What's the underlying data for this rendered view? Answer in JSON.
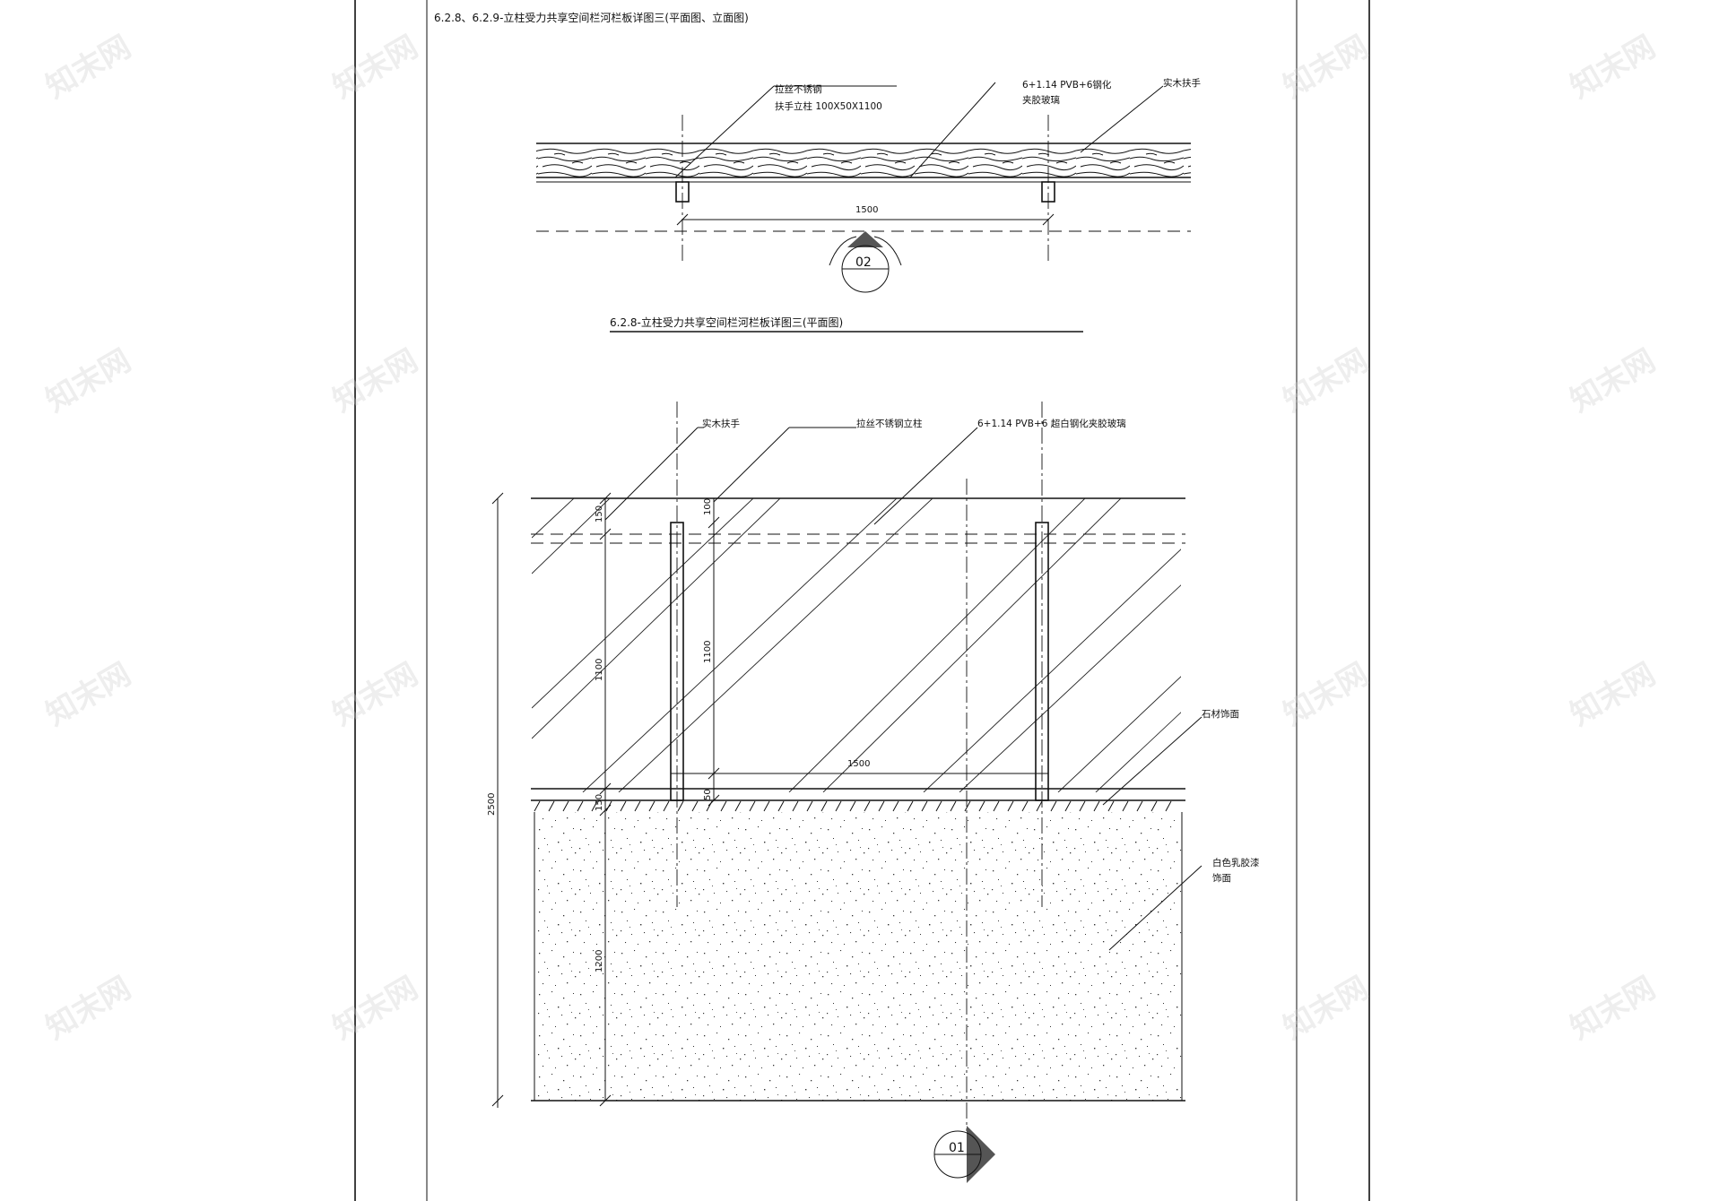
{
  "sheet": {
    "title": "6.2.8、6.2.9-立柱受力共享空间栏河栏板详图三(平面图、立面图)"
  },
  "plan": {
    "caption": "6.2.8-立柱受力共享空间栏河栏板详图三(平面图)",
    "labels": {
      "steel": "拉丝不锈钢",
      "post": "扶手立柱 100X50X1100",
      "glass_1": "6+1.14 PVB+6钢化",
      "glass_2": "夹胶玻璃",
      "handrail": "实木扶手"
    },
    "dims": {
      "span": "1500"
    },
    "section_mark": "02"
  },
  "elevation": {
    "labels": {
      "handrail": "实木扶手",
      "post": "拉丝不锈钢立柱",
      "glass": "6+1.14 PVB+6 超白钢化夹胶玻璃",
      "stone": "石材饰面",
      "paint_1": "白色乳胶漆",
      "paint_2": "饰面"
    },
    "dims": {
      "top_150": "150",
      "top_100": "100",
      "h_1100_left": "1100",
      "h_1100_right": "1100",
      "base_150": "150",
      "base_50": "50",
      "below_1200": "1200",
      "total_2500": "2500",
      "span": "1500"
    },
    "section_mark": "01"
  },
  "watermark": {
    "text": "知末网"
  }
}
